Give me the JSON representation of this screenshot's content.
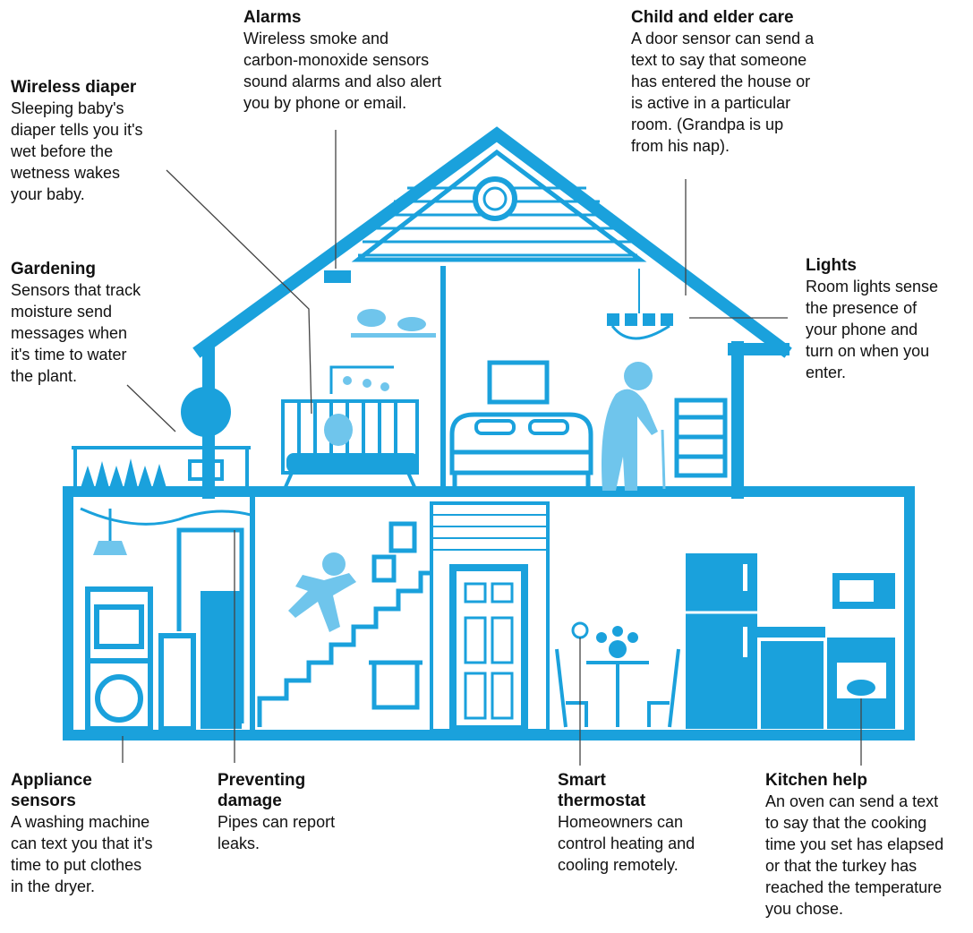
{
  "colors": {
    "blue": "#1aa1dc",
    "light_blue": "#6fc5ec",
    "pale_blue": "#cfeaf8",
    "text": "#111111",
    "leader": "#444444"
  },
  "callouts": {
    "alarms": {
      "title": "Alarms",
      "lines": [
        "Wireless smoke and",
        "carbon-monoxide sensors",
        "sound alarms and also alert",
        "you by phone or email."
      ]
    },
    "child_care": {
      "title": "Child and elder care",
      "lines": [
        "A door sensor can send a",
        "text to say that someone",
        "has entered the house or",
        "is active in a particular",
        "room. (Grandpa is up",
        "from his nap)."
      ]
    },
    "diaper": {
      "title": "Wireless diaper",
      "lines": [
        "Sleeping baby's",
        "diaper tells you it's",
        "wet before the",
        "wetness wakes",
        "your baby."
      ]
    },
    "gardening": {
      "title": "Gardening",
      "lines": [
        "Sensors that track",
        "moisture send",
        "messages when",
        "it's time to water",
        "the plant."
      ]
    },
    "lights": {
      "title": "Lights",
      "lines": [
        "Room lights sense",
        "the presence of",
        "your phone and",
        "turn on when you",
        "enter."
      ]
    },
    "appliance": {
      "title_lines": [
        "Appliance",
        "sensors"
      ],
      "lines": [
        "A washing machine",
        "can text you that it's",
        "time to put clothes",
        "in the dryer."
      ]
    },
    "damage": {
      "title_lines": [
        "Preventing",
        "damage"
      ],
      "lines": [
        "Pipes can report",
        "leaks."
      ]
    },
    "thermostat": {
      "title_lines": [
        "Smart",
        "thermostat"
      ],
      "lines": [
        "Homeowners can",
        "control heating and",
        "cooling remotely."
      ]
    },
    "kitchen": {
      "title": "Kitchen help",
      "lines": [
        "An oven can send a text",
        "to say that the cooking",
        "time you set has elapsed",
        "or that the turkey has",
        "reached the temperature",
        "you chose."
      ]
    }
  }
}
